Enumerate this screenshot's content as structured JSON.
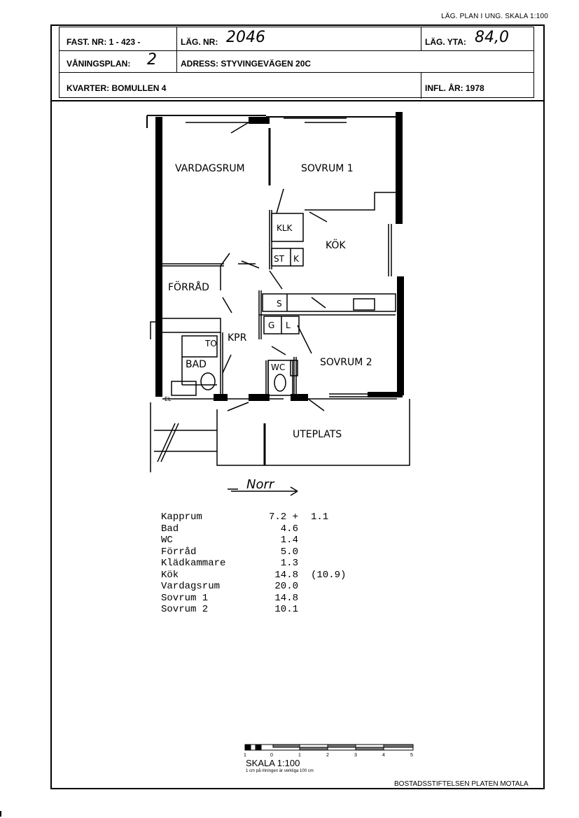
{
  "top_note": "LÄG. PLAN I UNG. SKALA 1:100",
  "header": {
    "fast_nr": "FAST. NR: 1 - 423 -",
    "lag_nr_label": "LÄG. NR:",
    "lag_nr_value": "2046",
    "lag_yta_label": "LÄG. YTA:",
    "lag_yta_value": "84,0",
    "vaningsplan_label": "VÅNINGSPLAN:",
    "vaningsplan_value": "2",
    "adress": "ADRESS: STYVINGEVÄGEN 20C",
    "kvarter": "KVARTER: BOMULLEN 4",
    "infl_ar": "INFL. ÅR: 1978"
  },
  "plan": {
    "vardagsrum": "VARDAGSRUM",
    "sovrum1": "SOVRUM 1",
    "klk": "KLK",
    "kok": "KÖK",
    "st": "ST",
    "k": "K",
    "forrad": "FÖRRÅD",
    "s": "S",
    "g": "G",
    "l": "L",
    "kpr": "KPR",
    "to": "TO",
    "bad": "BAD",
    "wc": "WC",
    "sovrum2": "SOVRUM 2",
    "uteplats": "UTEPLATS",
    "el": "EL"
  },
  "compass": "Norr",
  "areas": [
    {
      "room": "Kapprum",
      "area": "7.2 +",
      "extra": "1.1"
    },
    {
      "room": "Bad",
      "area": "4.6",
      "extra": ""
    },
    {
      "room": "WC",
      "area": "1.4",
      "extra": ""
    },
    {
      "room": "Förråd",
      "area": "5.0",
      "extra": ""
    },
    {
      "room": "Klädkammare",
      "area": "1.3",
      "extra": ""
    },
    {
      "room": "Kök",
      "area": "14.8",
      "extra": "(10.9)"
    },
    {
      "room": "Vardagsrum",
      "area": "20.0",
      "extra": ""
    },
    {
      "room": "Sovrum 1",
      "area": "14.8",
      "extra": ""
    },
    {
      "room": "Sovrum 2",
      "area": "10.1",
      "extra": ""
    }
  ],
  "scale_bar": {
    "ticks": [
      "1",
      "0",
      "1",
      "2",
      "3",
      "4",
      "5"
    ],
    "title": "SKALA 1:100",
    "note": "1 cm på ritningen är verkliga 100 cm"
  },
  "footer": "BOSTADSSTIFTELSEN PLATEN MOTALA"
}
